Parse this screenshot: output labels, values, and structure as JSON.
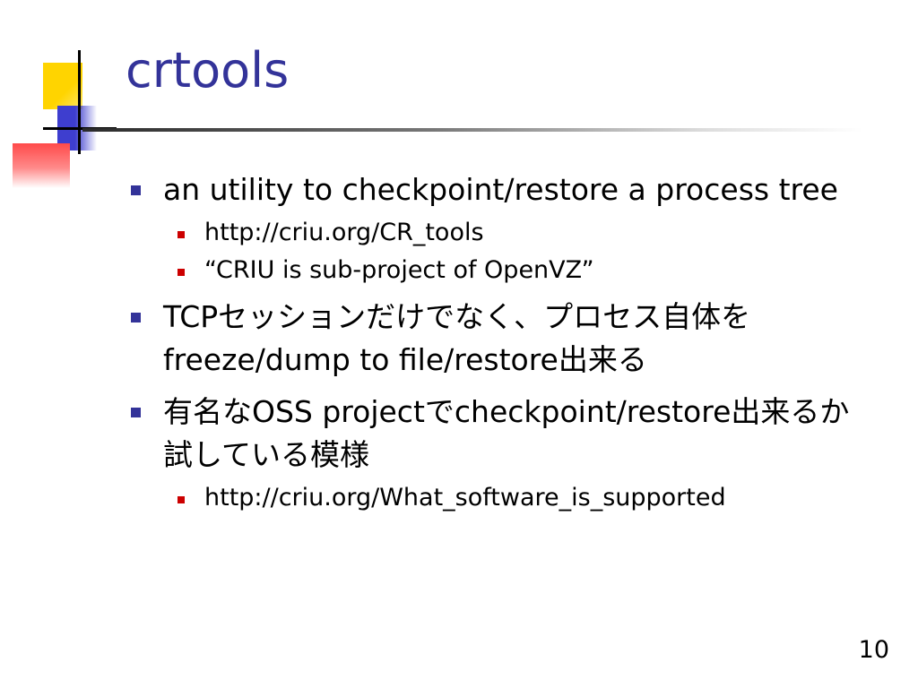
{
  "slide": {
    "title": "crtools",
    "page_number": "10",
    "bullets": [
      {
        "text": "an utility to checkpoint/restore a process tree",
        "sub": [
          "http://criu.org/CR_tools",
          "“CRIU is sub-project of OpenVZ”"
        ]
      },
      {
        "text": "TCPセッションだけでなく、プロセス自体をfreeze/dump to file/restore出来る",
        "sub": []
      },
      {
        "text": "有名なOSS projectでcheckpoint/restore出来るか試している模様",
        "sub": [
          "http://criu.org/What_software_is_supported"
        ]
      }
    ]
  },
  "colors": {
    "title": "#333399",
    "bullet_level1": "#333399",
    "bullet_level2": "#cc0000",
    "deco_yellow": "#ffd400",
    "deco_blue": "#3e3ecf",
    "deco_red": "#ff4a4a"
  },
  "icons": {
    "bullet_level1": "square-bullet-icon",
    "bullet_level2": "small-square-bullet-icon"
  }
}
